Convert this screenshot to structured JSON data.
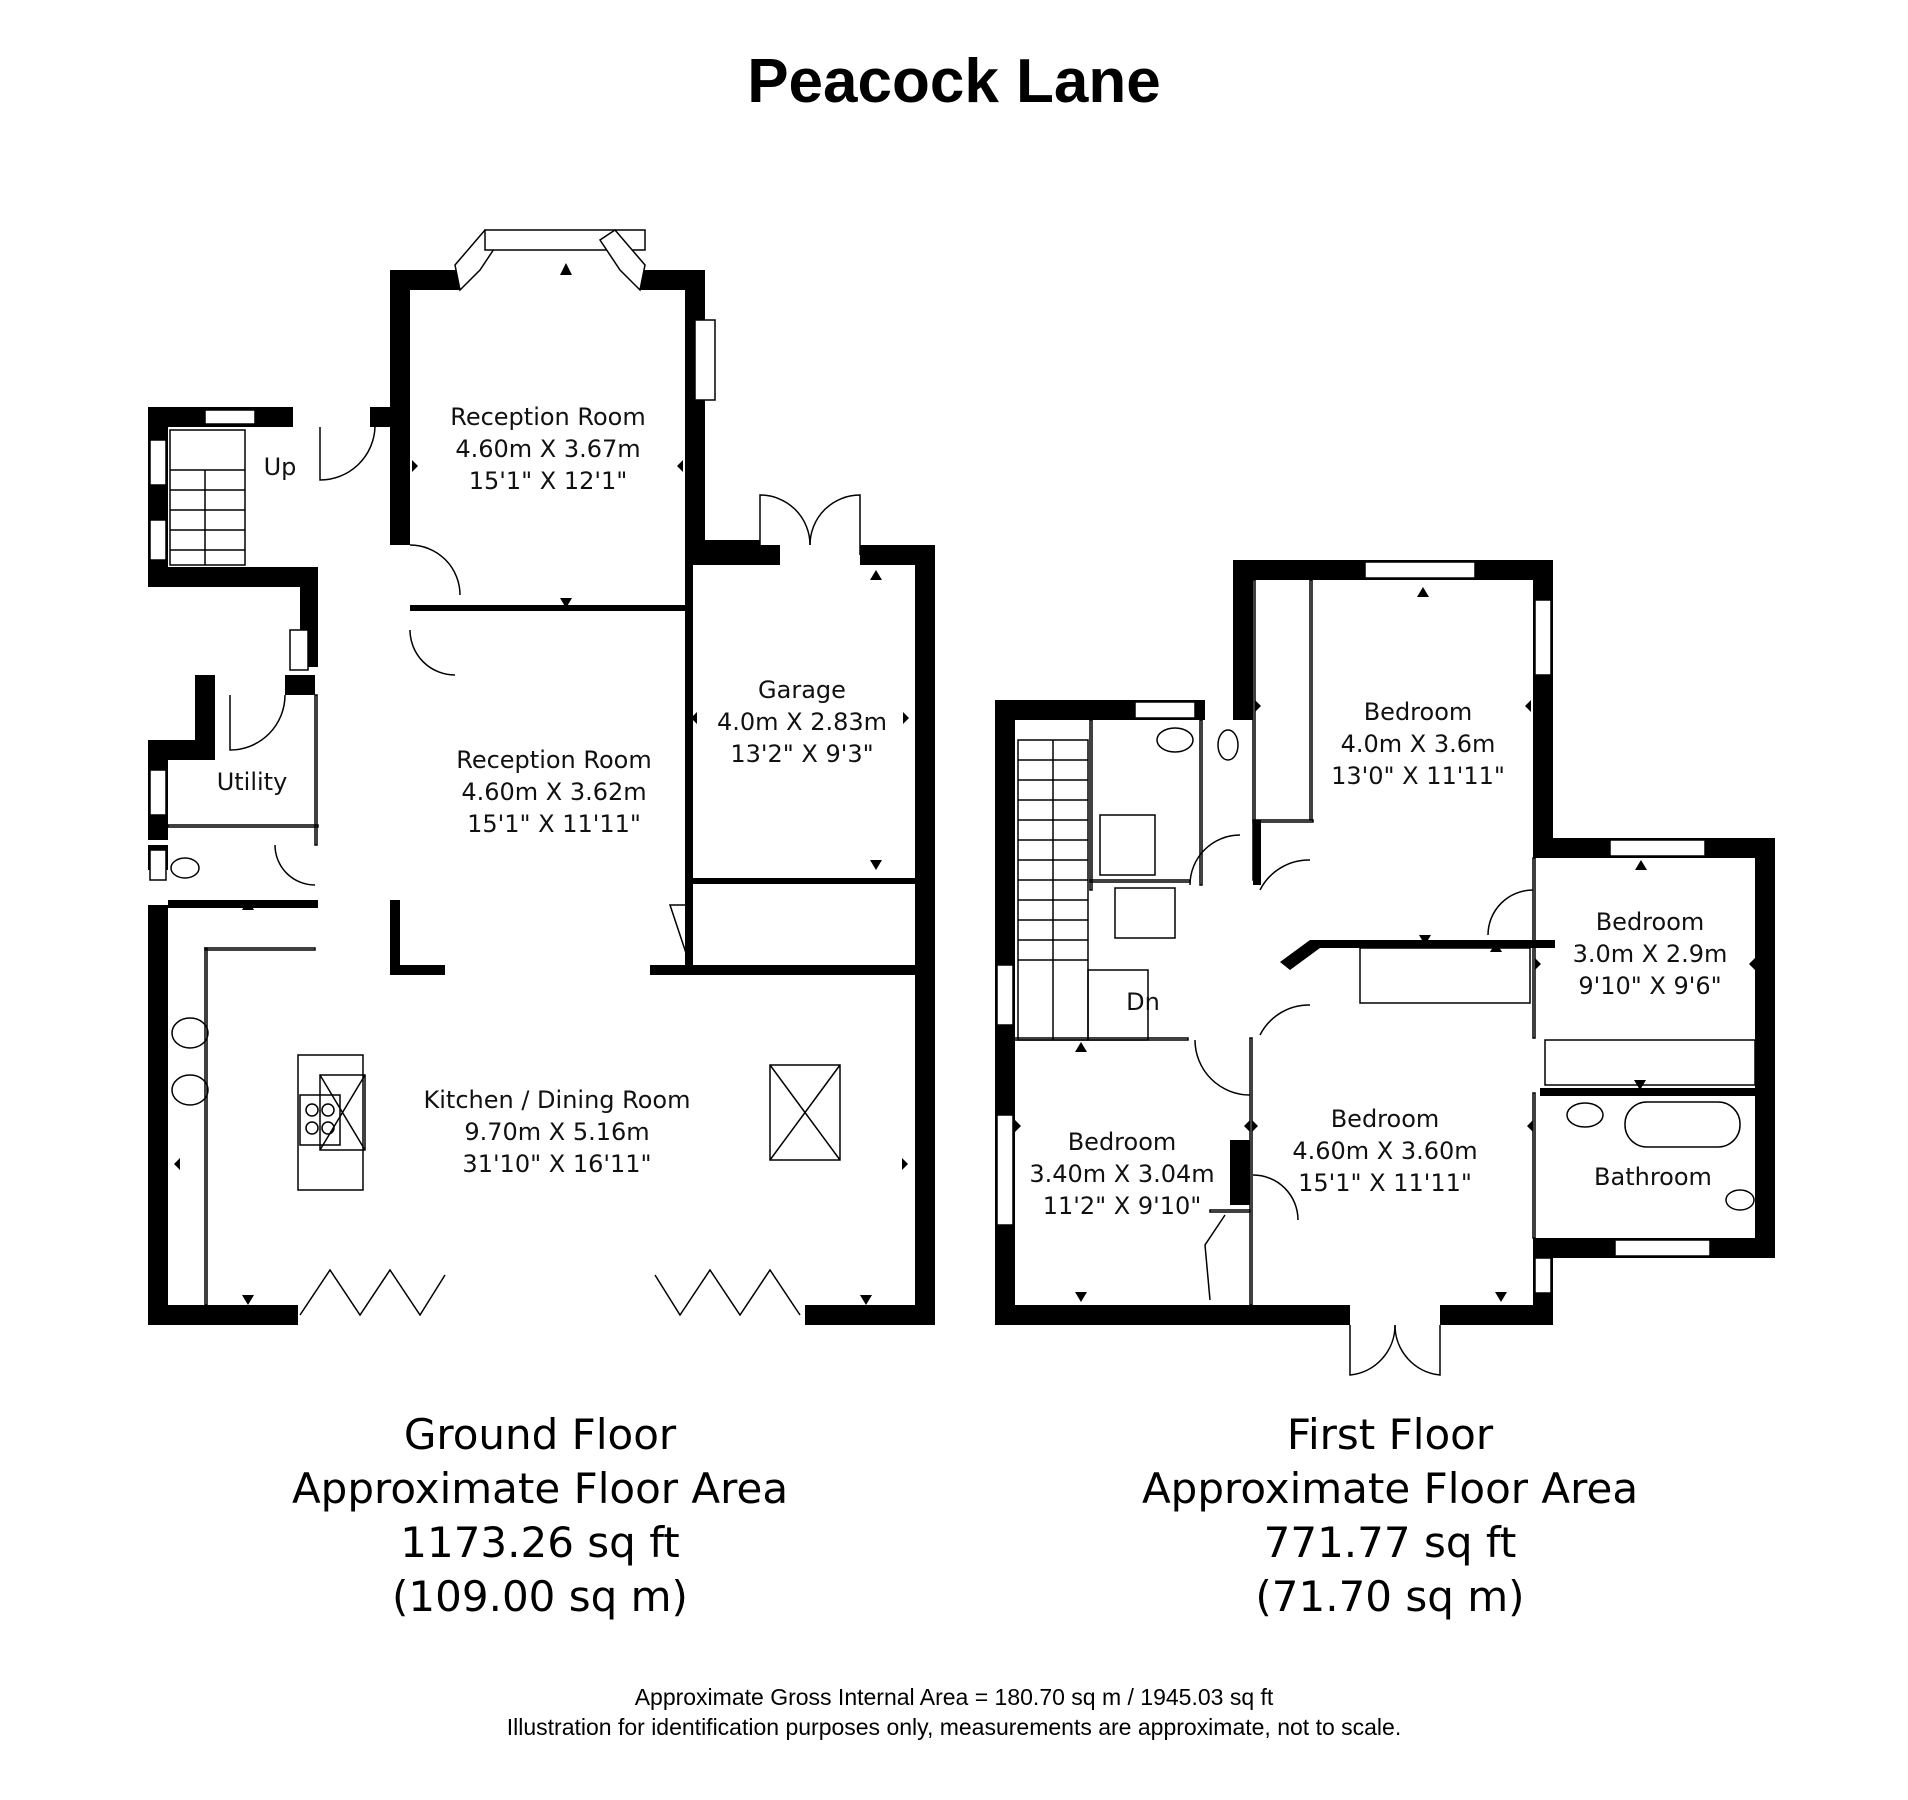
{
  "title": "Peacock Lane",
  "ground_floor": {
    "rooms": [
      {
        "name": "Reception Room",
        "metric": "4.60m X 3.67m",
        "imperial": "15'1\" X 12'1\""
      },
      {
        "name": "Reception Room",
        "metric": "4.60m X 3.62m",
        "imperial": "15'1\" X 11'11\""
      },
      {
        "name": "Garage",
        "metric": "4.0m X 2.83m",
        "imperial": "13'2\" X 9'3\""
      },
      {
        "name": "Kitchen / Dining Room",
        "metric": "9.70m X 5.16m",
        "imperial": "31'10\" X 16'11\""
      },
      {
        "name": "Utility"
      }
    ],
    "stairs_label": "Up",
    "label": "Ground Floor",
    "area_label": "Approximate Floor Area",
    "area_sqft": "1173.26 sq ft",
    "area_sqm": "(109.00 sq m)"
  },
  "first_floor": {
    "rooms": [
      {
        "name": "Bedroom",
        "metric": "4.0m X 3.6m",
        "imperial": "13'0\" X 11'11\""
      },
      {
        "name": "Bedroom",
        "metric": "3.0m X 2.9m",
        "imperial": "9'10\" X 9'6\""
      },
      {
        "name": "Bedroom",
        "metric": "3.40m X 3.04m",
        "imperial": "11'2\" X 9'10\""
      },
      {
        "name": "Bedroom",
        "metric": "4.60m X 3.60m",
        "imperial": "15'1\" X 11'11\""
      },
      {
        "name": "Bathroom"
      }
    ],
    "stairs_label": "Dn",
    "label": "First Floor",
    "area_label": "Approximate Floor Area",
    "area_sqft": "771.77 sq ft",
    "area_sqm": "(71.70 sq m)"
  },
  "footer": {
    "gross_area": "Approximate Gross Internal Area = 180.70 sq m / 1945.03 sq ft",
    "disclaimer": "Illustration for identification purposes only, measurements are approximate, not to scale."
  }
}
